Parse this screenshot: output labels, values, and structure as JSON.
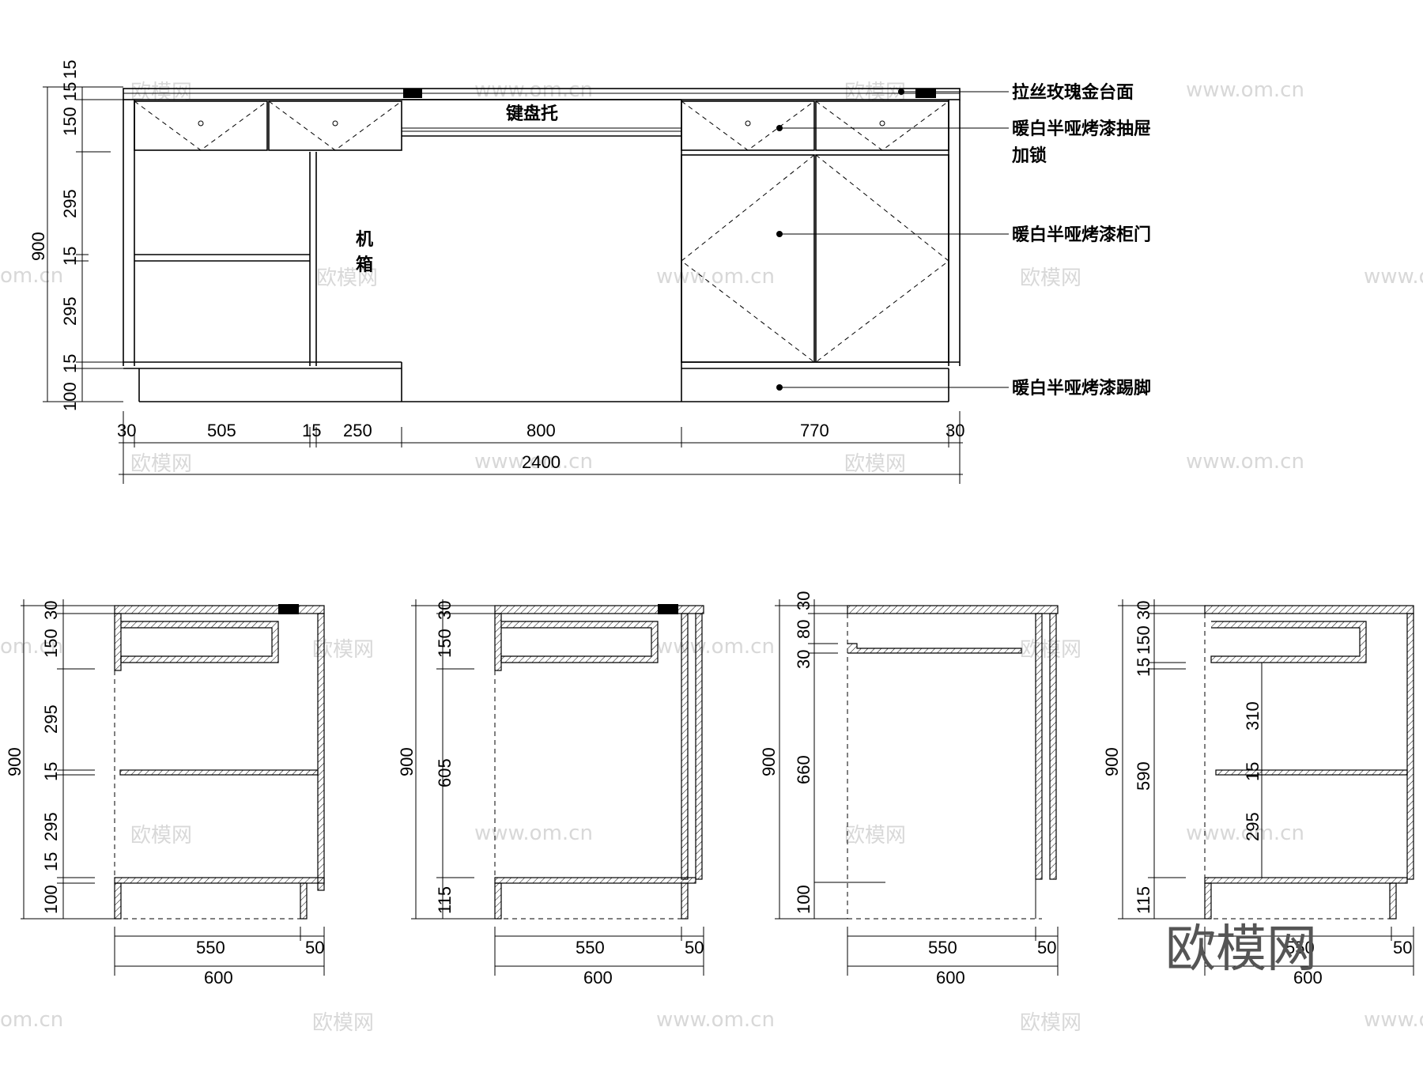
{
  "front": {
    "left_dims": [
      "15",
      "15",
      "150",
      "900",
      "295",
      "15",
      "295",
      "15",
      "100"
    ],
    "bottom_dims": [
      "30",
      "505",
      "15",
      "250",
      "800",
      "770",
      "30"
    ],
    "total_width": "2400",
    "keyboard_tray": "键盘托",
    "case_label": [
      "机",
      "箱"
    ]
  },
  "callouts": [
    {
      "text": "拉丝玫瑰金台面"
    },
    {
      "text": "暖白半哑烤漆抽屉"
    },
    {
      "text": "加锁"
    },
    {
      "text": "暖白半哑烤漆柜门"
    },
    {
      "text": "暖白半哑烤漆踢脚"
    }
  ],
  "sections": [
    {
      "left_dims": [
        "30",
        "150",
        "900",
        "295",
        "15",
        "295",
        "15",
        "100"
      ],
      "bottom": [
        "550",
        "50",
        "600"
      ]
    },
    {
      "left_dims": [
        "30",
        "150",
        "900",
        "605",
        "115"
      ],
      "bottom": [
        "550",
        "50",
        "600"
      ]
    },
    {
      "left_dims": [
        "30",
        "80",
        "30",
        "900",
        "660",
        "100"
      ],
      "bottom": [
        "550",
        "50",
        "600"
      ]
    },
    {
      "left_dims": [
        "30",
        "150",
        "15",
        "900",
        "310",
        "15",
        "590",
        "295",
        "115"
      ],
      "bottom": [
        "550",
        "50",
        "600"
      ]
    }
  ],
  "watermark": {
    "logo": "欧模网",
    "url": "www.om.cn",
    "short": "om.cn"
  }
}
